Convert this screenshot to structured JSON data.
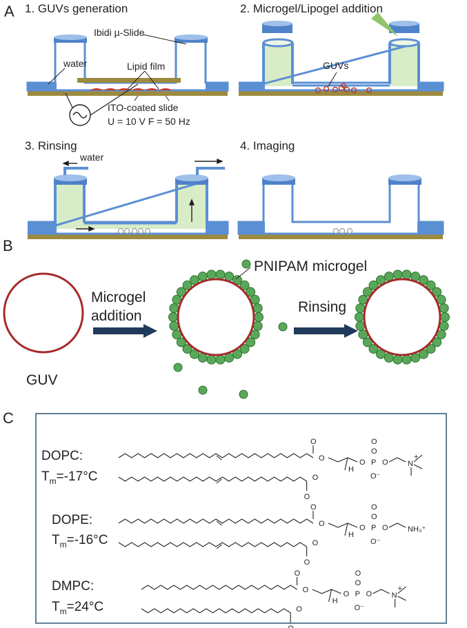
{
  "panels": {
    "A": {
      "letter": "A",
      "steps": [
        {
          "label": "1. GUVs generation"
        },
        {
          "label": "2. Microgel/Lipogel addition"
        },
        {
          "label": "3. Rinsing"
        },
        {
          "label": "4. Imaging"
        }
      ],
      "annotations": {
        "ibidi": "Ibidi µ-Slide",
        "water": "water",
        "lipid_film": "Lipid film",
        "ito": "ITO-coated slide",
        "voltage": "U = 10 V F = 50 Hz",
        "guvs": "GUVs",
        "rinse_water": "water"
      }
    },
    "B": {
      "letter": "B",
      "guv": "GUV",
      "step1_line1": "Microgel",
      "step1_line2": "addition",
      "microgel": "PNIPAM microgel",
      "step2": "Rinsing"
    },
    "C": {
      "letter": "C",
      "lipids": [
        {
          "name": "DOPC:",
          "tm_prefix": "T",
          "tm_sub": "m",
          "tm_value": "=-17°C"
        },
        {
          "name": "DOPE:",
          "tm_prefix": "T",
          "tm_sub": "m",
          "tm_value": "=-16°C"
        },
        {
          "name": "DMPC:",
          "tm_prefix": "T",
          "tm_sub": "m",
          "tm_value": "=24°C"
        }
      ],
      "atoms": {
        "O": "O",
        "P": "P",
        "H": "H",
        "N": "N",
        "Ominus": "O⁻",
        "plus": "+",
        "NH3": "NH₃⁺"
      }
    }
  },
  "colors": {
    "slide_blue": "#5b8fd4",
    "slide_blue_light": "#9ec0ea",
    "gold": "#9c8a3e",
    "fluid": "#d9ecc8",
    "guv_red": "#c0392b",
    "gel_green": "#59a85a",
    "box": "#5f7f96"
  }
}
